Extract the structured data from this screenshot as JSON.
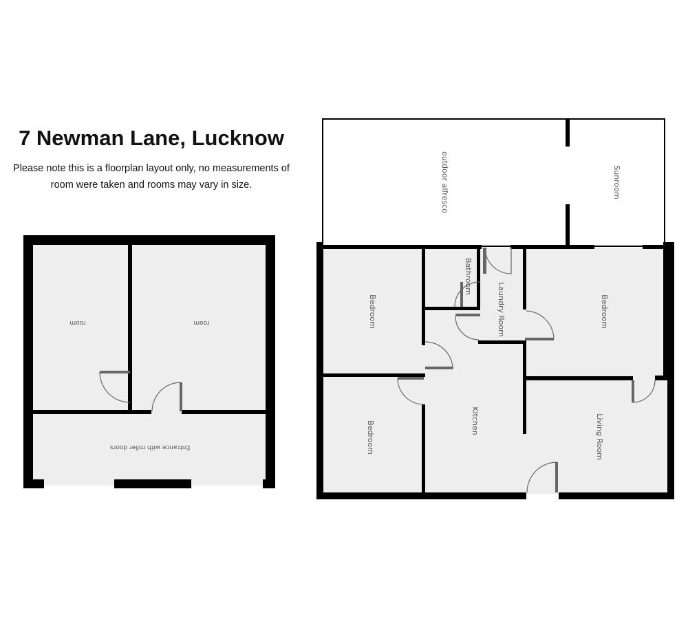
{
  "header": {
    "title": "7 Newman Lane, Lucknow",
    "note_line1": "Please note this is a floorplan layout only, no measurements of",
    "note_line2": "room were taken and rooms may vary in size."
  },
  "garage_plan": {
    "rooms": [
      "room",
      "room",
      "Entrance with roller doors"
    ]
  },
  "house_plan": {
    "rooms": [
      "outdoor alfresco",
      "Sunroom",
      "Bathroom",
      "Laundry Room",
      "Bedroom",
      "Bedroom",
      "Bedroom",
      "Kitchen",
      "Living Room"
    ]
  },
  "colors": {
    "wall": "#000000",
    "floor": "#eeeeee",
    "door": "#666666"
  }
}
